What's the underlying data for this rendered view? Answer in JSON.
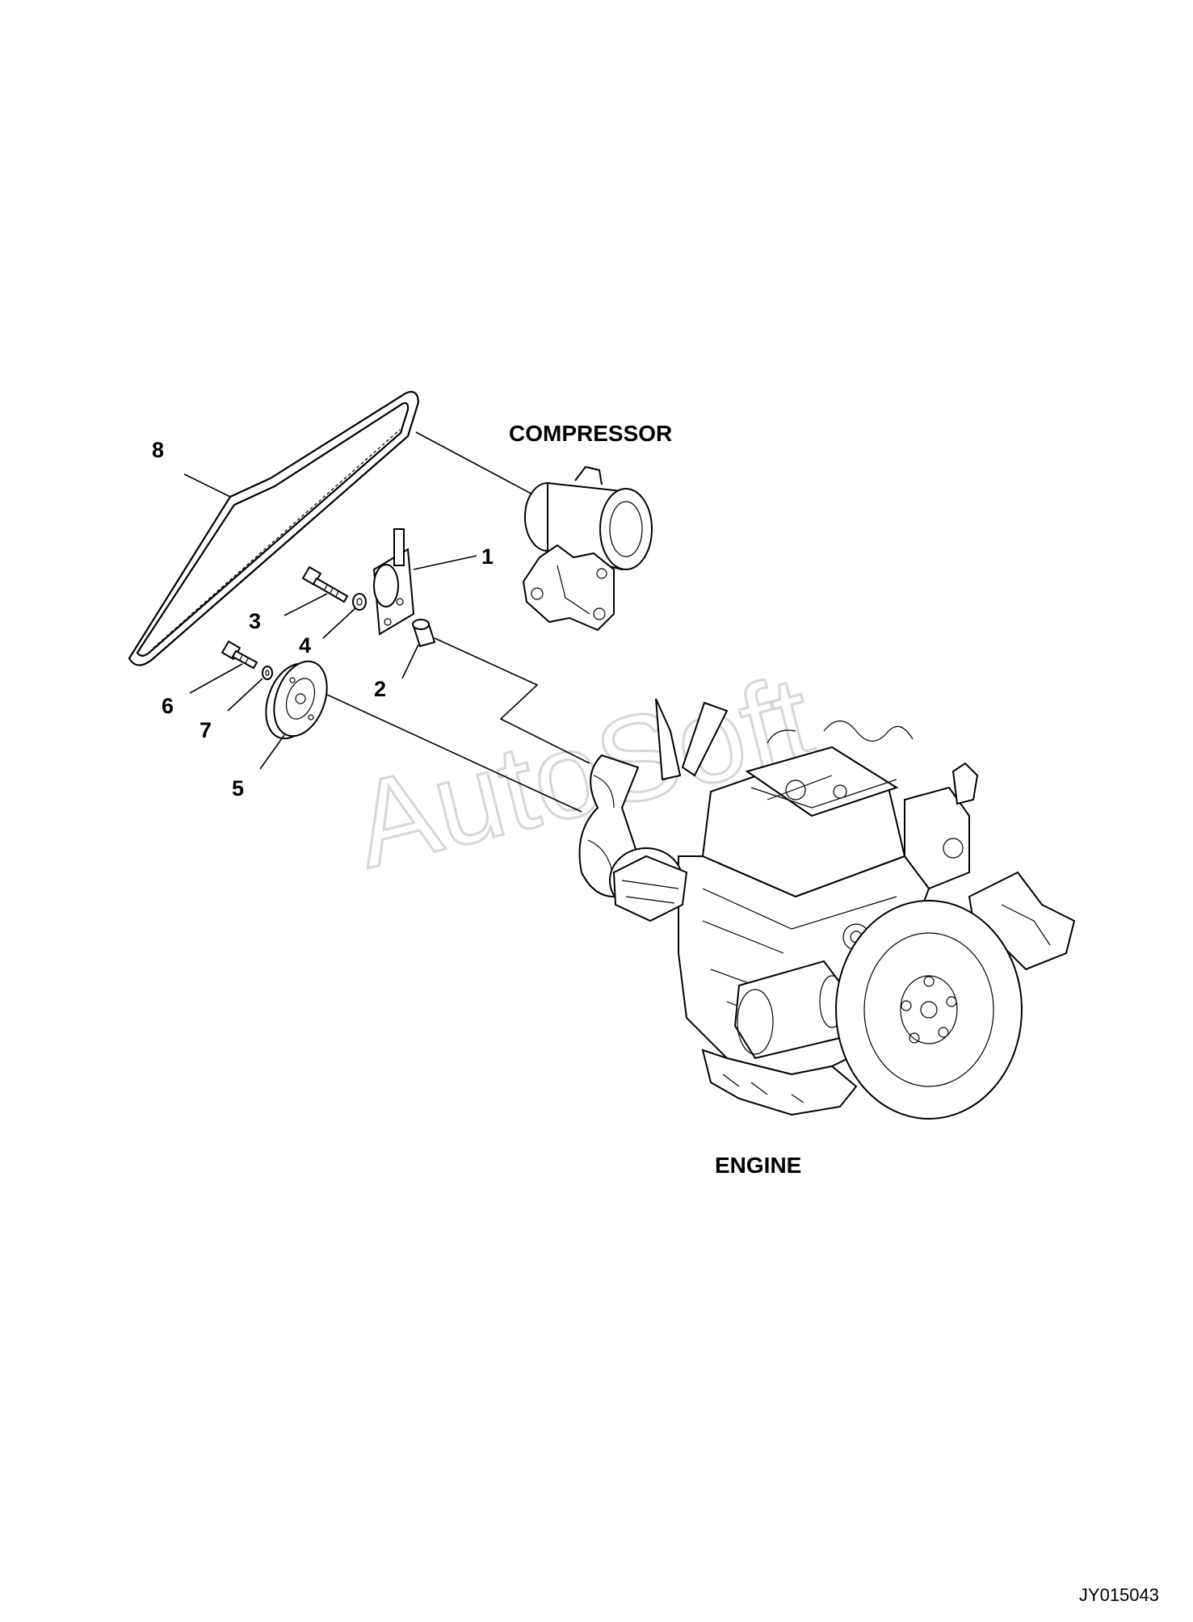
{
  "labels": {
    "compressor": "COMPRESSOR",
    "engine": "ENGINE",
    "doc_id": "JY015043",
    "watermark": "AutoSoft"
  },
  "callouts": [
    "1",
    "2",
    "3",
    "4",
    "5",
    "6",
    "7",
    "8"
  ],
  "colors": {
    "ink": "#000000",
    "paper": "#ffffff",
    "watermark": "#d6d6d6"
  }
}
